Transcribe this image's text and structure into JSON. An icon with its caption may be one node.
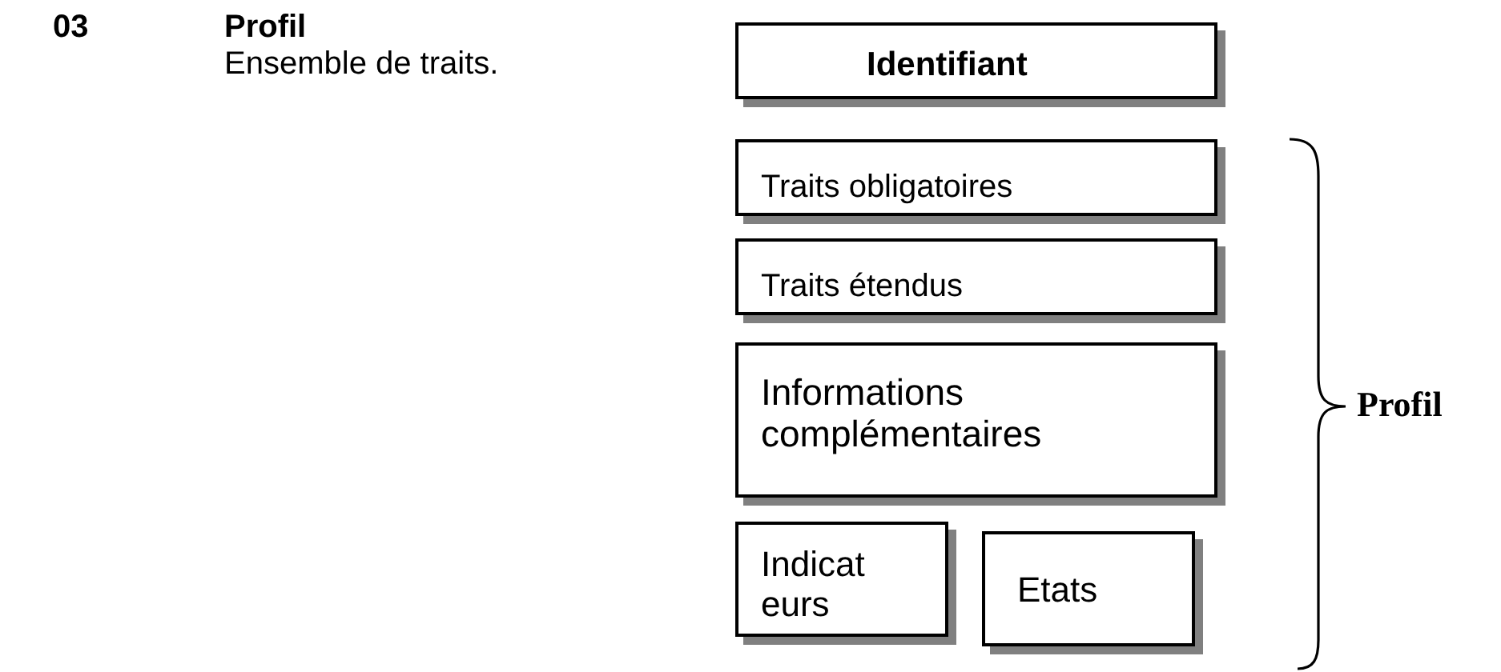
{
  "diagram": {
    "nodes": [
      {
        "text": [
          "Identifiant"
        ]
      },
      {
        "text": [
          "Traits obligatoires"
        ]
      },
      {
        "text": [
          "Traits étendus"
        ]
      },
      {
        "text": [
          "Informations complémentaires"
        ]
      },
      {
        "text": [
          "Indicateurs"
        ]
      },
      {
        "text": [
          "Etats"
        ]
      }
    ],
    "edges": [],
    "labels": [
      "03",
      "Profil",
      "Ensemble de traits.",
      "Profil"
    ]
  }
}
